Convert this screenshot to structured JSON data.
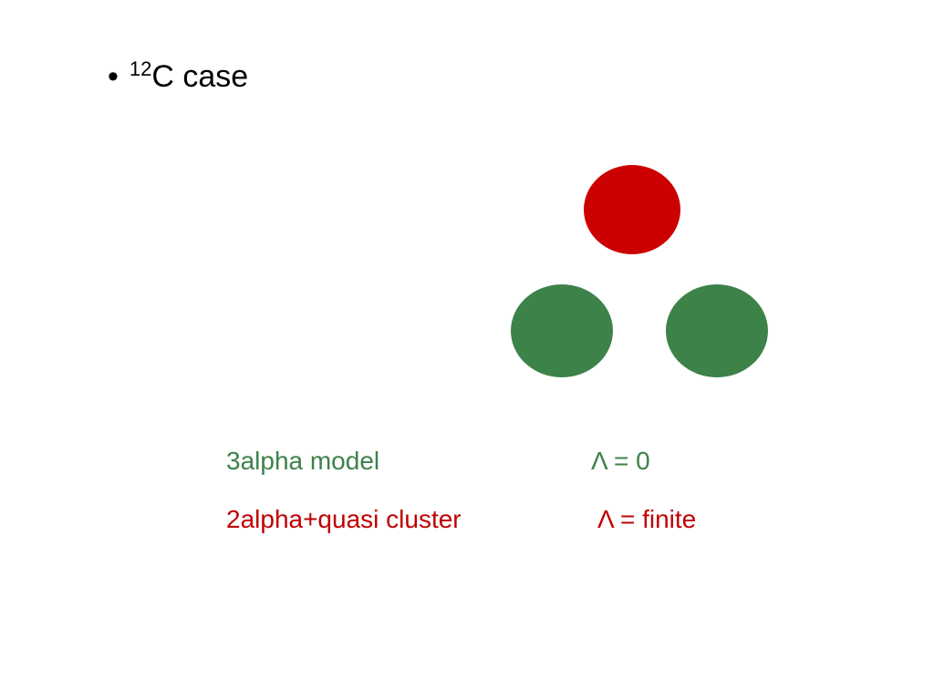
{
  "heading": {
    "bullet": "•",
    "mass_number": "12",
    "text": "C case"
  },
  "diagram": {
    "circles": [
      {
        "role": "top",
        "color": "#cc0000"
      },
      {
        "role": "bottom-left",
        "color": "#3d8249"
      },
      {
        "role": "bottom-right",
        "color": "#3d8249"
      }
    ]
  },
  "rows": [
    {
      "model": "3alpha model",
      "lambda": "Λ = 0",
      "color": "#3d8249"
    },
    {
      "model": "2alpha+quasi cluster",
      "lambda": "Λ = finite",
      "color": "#c00000"
    }
  ]
}
